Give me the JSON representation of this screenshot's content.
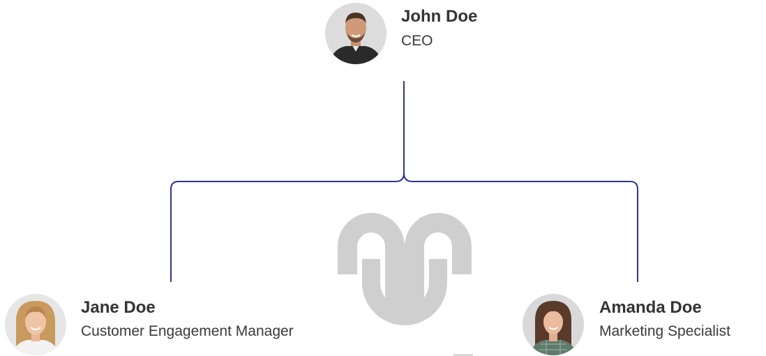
{
  "colors": {
    "connector": "#2e3592",
    "name_text": "#333333",
    "role_text": "#3a3a3a",
    "watermark": "#cfcfcf"
  },
  "org_chart": {
    "root": {
      "name": "John Doe",
      "title": "CEO",
      "avatar": "person-photo-man"
    },
    "reports": [
      {
        "name": "Jane Doe",
        "title": "Customer Engagement Manager",
        "avatar": "person-photo-woman"
      },
      {
        "name": "Amanda Doe",
        "title": "Marketing Specialist",
        "avatar": "person-photo-woman"
      }
    ]
  },
  "watermark": {
    "icon": "logo-watermark-icon"
  }
}
